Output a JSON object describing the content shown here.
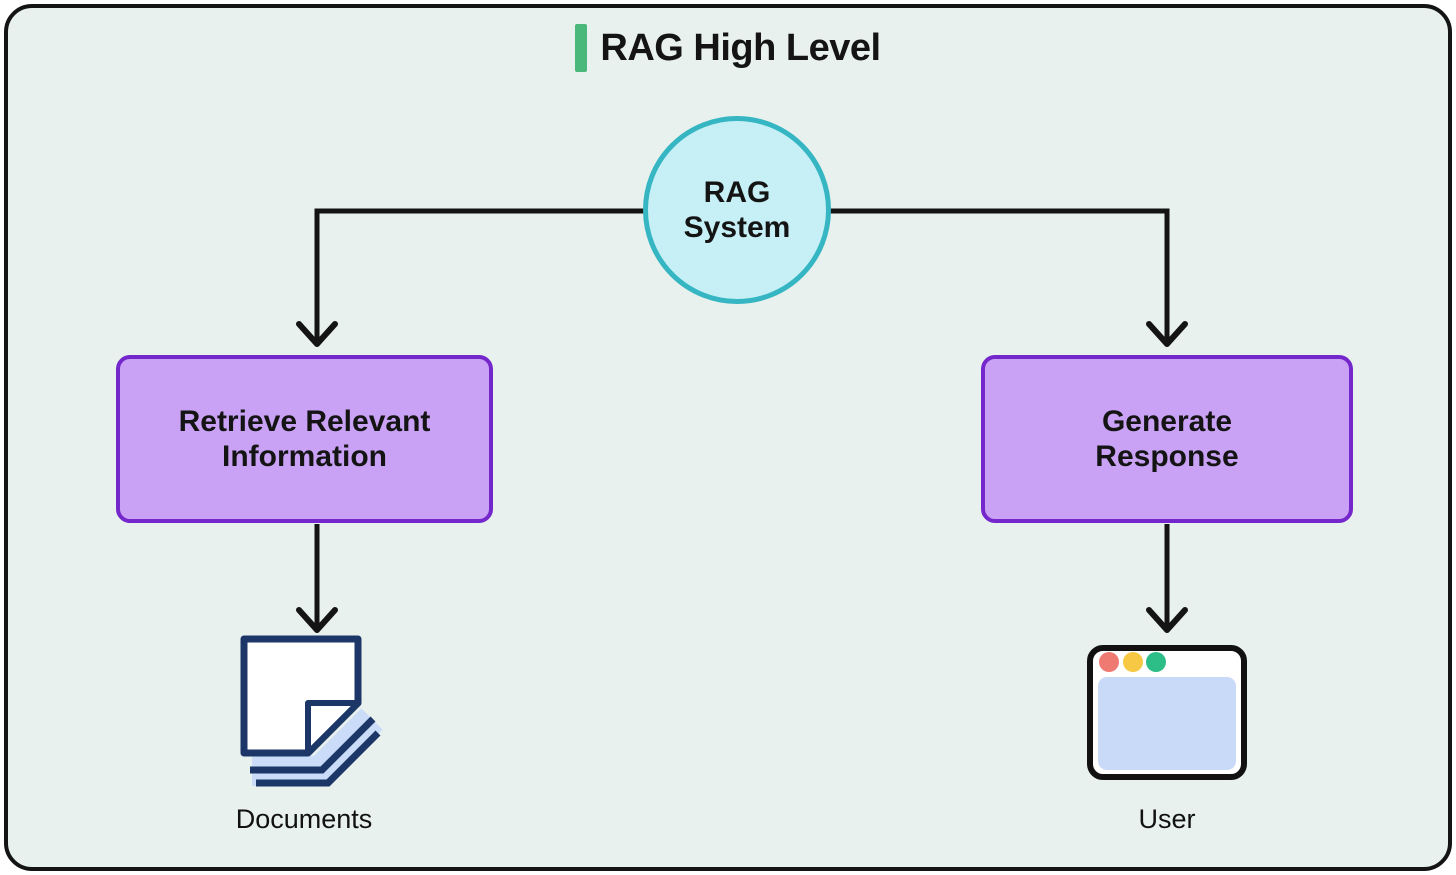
{
  "title": {
    "text": "RAG High Level",
    "accent_color": "#4bb87b"
  },
  "nodes": {
    "rag_system": {
      "label": "RAG System",
      "fill": "#c6f0f6",
      "border": "#35b6c2"
    },
    "retrieve": {
      "label": "Retrieve Relevant Information",
      "fill": "#c9a2f5",
      "border": "#7428cc"
    },
    "generate": {
      "label": "Generate Response",
      "fill": "#c9a2f5",
      "border": "#7428cc"
    },
    "documents": {
      "label": "Documents"
    },
    "user": {
      "label": "User"
    }
  },
  "colors": {
    "canvas_background": "#e8f1ed",
    "canvas_border": "#141414",
    "arrow": "#141414",
    "doc_navy": "#1c3767",
    "doc_stack_blue": "#cadcf8",
    "browser_border": "#111111",
    "browser_content_blue": "#c9daf8",
    "browser_dot_red": "#ee7a72",
    "browser_dot_yellow": "#f6c843",
    "browser_dot_green": "#2dbe87"
  }
}
